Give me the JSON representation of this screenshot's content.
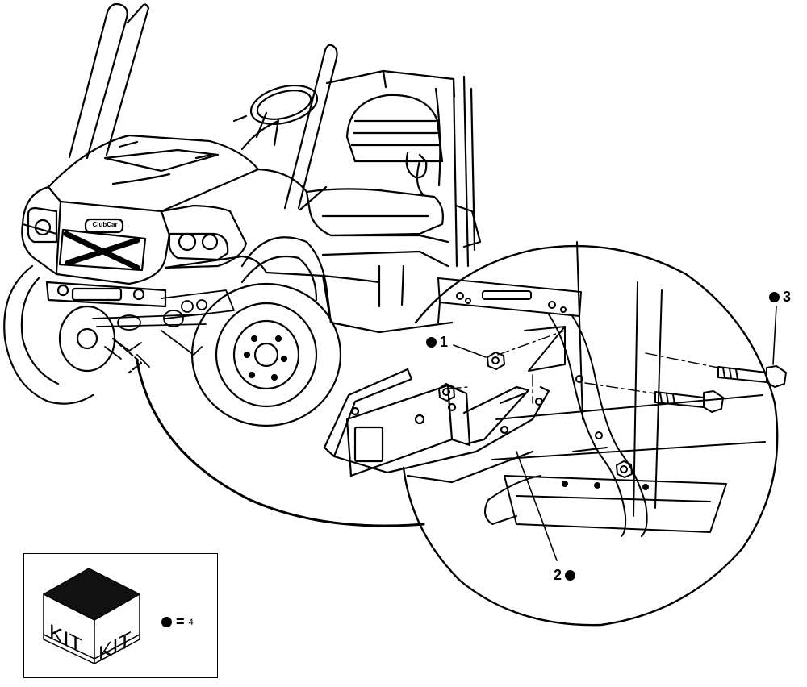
{
  "callouts": [
    {
      "number": "1",
      "dot_side": "left"
    },
    {
      "number": "2",
      "dot_side": "right"
    },
    {
      "number": "3",
      "dot_side": "left"
    }
  ],
  "vehicle_badge": "ClubCar",
  "legend": {
    "kit_label_left": "KIT",
    "kit_label_right": "KIT",
    "equals_sign": "=",
    "kit_count": "4"
  }
}
